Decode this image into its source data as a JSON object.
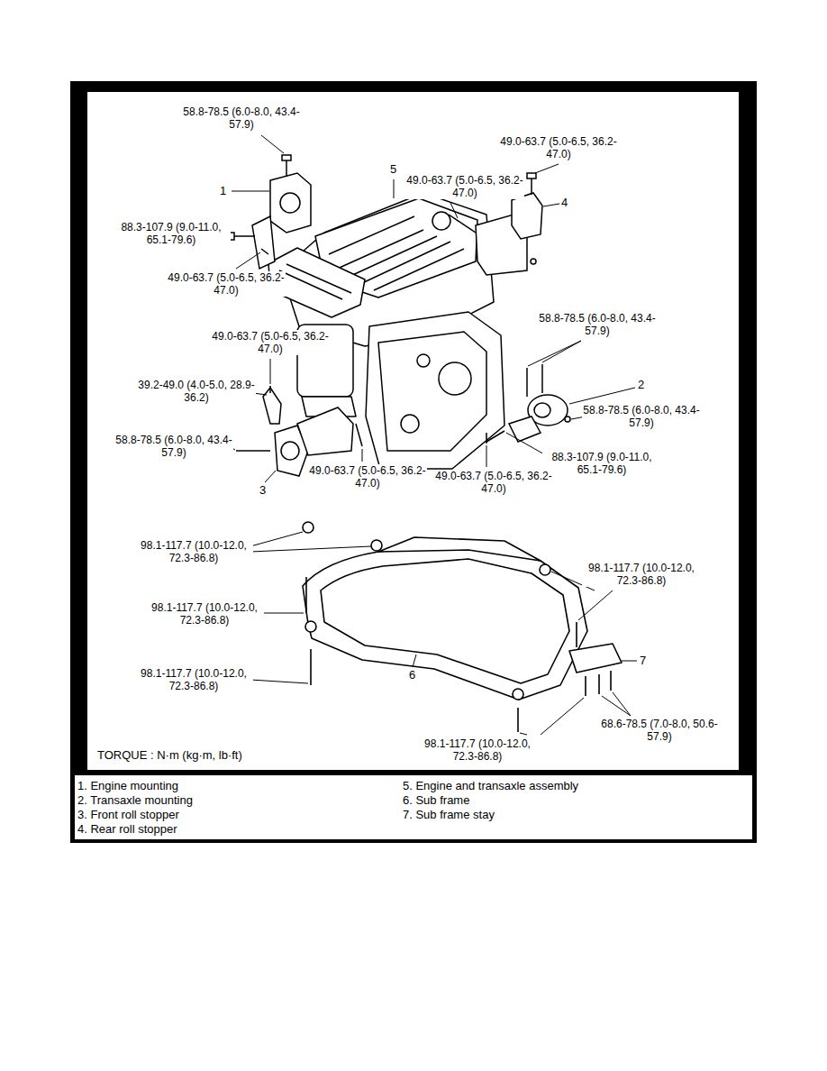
{
  "diagram": {
    "labels": [
      "58.8-78.5 (6.0-8.0, 43.4-57.9)",
      "49.0-63.7 (5.0-6.5, 36.2-47.0)",
      "5",
      "1",
      "49.0-63.7 (5.0-6.5, 36.2-47.0)",
      "4",
      "88.3-107.9 (9.0-11.0, 65.1-79.6)",
      "49.0-63.7 (5.0-6.5, 36.2-47.0)",
      "49.0-63.7 (5.0-6.5, 36.2-47.0)",
      "58.8-78.5 (6.0-8.0, 43.4-57.9)",
      "39.2-49.0 (4.0-5.0, 28.9-36.2)",
      "2",
      "58.8-78.5 (6.0-8.0, 43.4-57.9)",
      "58.8-78.5 (6.0-8.0, 43.4-57.9)",
      "88.3-107.9 (9.0-11.0, 65.1-79.6)",
      "49.0-63.7 (5.0-6.5, 36.2-47.0)",
      "3",
      "49.0-63.7 (5.0-6.5, 36.2-47.0)",
      "98.1-117.7 (10.0-12.0, 72.3-86.8)",
      "98.1-117.7 (10.0-12.0, 72.3-86.8)",
      "98.1-117.7 (10.0-12.0, 72.3-86.8)",
      "7",
      "98.1-117.7 (10.0-12.0, 72.3-86.8)",
      "6",
      "68.6-78.5 (7.0-8.0, 50.6-57.9)",
      "98.1-117.7 (10.0-12.0, 72.3-86.8)",
      "TORQUE : N·m (kg·m, lb·ft)",
      "1. Engine mounting",
      "2. Transaxle mounting",
      "3. Front roll stopper",
      "4. Rear roll stopper",
      "5. Engine and transaxle assembly",
      "6. Sub frame",
      "7. Sub frame stay"
    ]
  }
}
